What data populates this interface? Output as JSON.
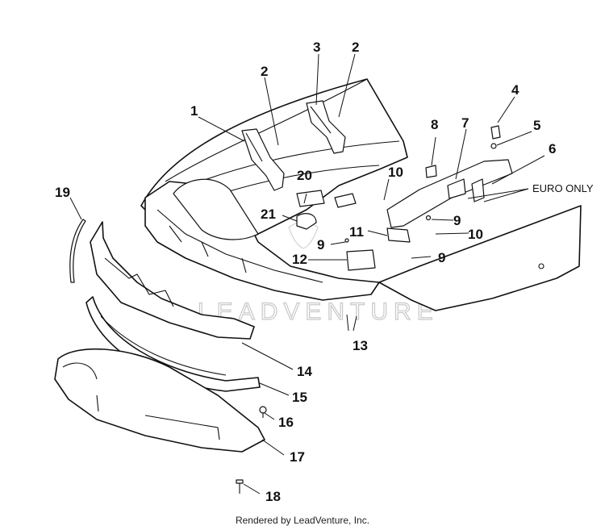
{
  "callouts": {
    "c1": "1",
    "c2a": "2",
    "c2b": "2",
    "c3": "3",
    "c4": "4",
    "c5": "5",
    "c6": "6",
    "c7": "7",
    "c8": "8",
    "c9a": "9",
    "c9b": "9",
    "c9c": "9",
    "c10a": "10",
    "c10b": "10",
    "c11": "11",
    "c12": "12",
    "c13": "13",
    "c14": "14",
    "c15": "15",
    "c16": "16",
    "c17": "17",
    "c18": "18",
    "c19": "19",
    "c20": "20",
    "c21": "21"
  },
  "note_euro_only": "EURO ONLY",
  "watermark": "LEADVENTURE",
  "footer": "Rendered by LeadVenture, Inc."
}
